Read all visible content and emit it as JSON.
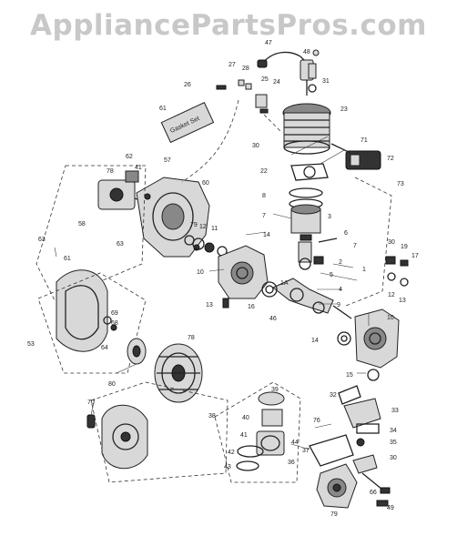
{
  "watermark": "AppliancePartsPros.com",
  "gasket_kit_label": "Gasket Set",
  "callouts": {
    "c47": "47",
    "c48": "48",
    "c31": "31",
    "c27": "27",
    "c28": "28",
    "c26": "26",
    "c25": "25",
    "c24": "24",
    "c61": "61",
    "c23": "23",
    "c30a": "30",
    "c71": "71",
    "c72": "72",
    "c22": "22",
    "c73": "73",
    "c62": "62",
    "c57": "57",
    "c78": "78",
    "c41": "41",
    "c60": "60",
    "c8": "8",
    "c7a": "7",
    "c3": "3",
    "c58": "58",
    "c79a": "79",
    "c12": "12",
    "c11": "11",
    "c14a": "14",
    "c6": "6",
    "c7b": "7",
    "c63a": "63",
    "c63b": "63",
    "c2": "2",
    "c30b": "30",
    "c19": "19",
    "c17": "17",
    "c61b": "61",
    "c10a": "10",
    "c1a": "1A",
    "c1": "1",
    "c13a": "13",
    "c16": "16",
    "c5": "5",
    "c4": "4",
    "c12b": "12",
    "c13b": "13",
    "c9": "9",
    "c46": "46",
    "c14b": "14",
    "c10b": "10",
    "c69": "69",
    "c68": "68",
    "c53": "53",
    "c64": "64",
    "c78b": "78",
    "c15": "15",
    "c32": "32",
    "c33": "33",
    "c80": "80",
    "c39": "39",
    "c38": "38",
    "c76": "76",
    "c34": "34",
    "c35": "35",
    "c70": "70",
    "c40": "40",
    "c41b": "41",
    "c44": "44",
    "c36": "36",
    "c37": "37",
    "c30c": "30",
    "c42": "42",
    "c43": "43",
    "c66": "66",
    "c49": "49",
    "c79b": "79"
  }
}
